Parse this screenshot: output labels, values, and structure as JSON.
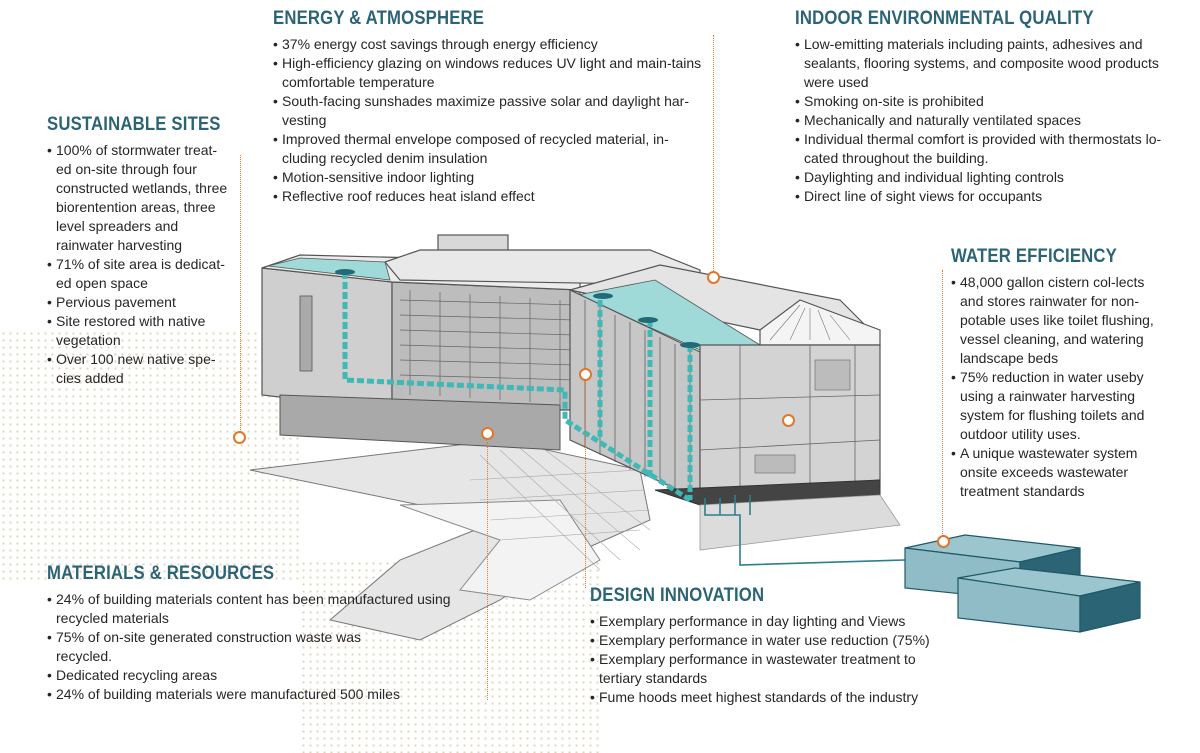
{
  "sections": {
    "energy": {
      "title": "ENERGY & ATMOSPHERE",
      "items": [
        "37% energy cost savings through energy efficiency",
        "High-efficiency glazing on windows reduces UV light and main-tains comfortable temperature",
        "South-facing sunshades maximize passive solar and daylight har-vesting",
        "Improved thermal envelope composed of recycled material, in-cluding recycled denim insulation",
        "Motion-sensitive indoor lighting",
        "Reflective roof reduces heat island effect"
      ]
    },
    "ieq": {
      "title": "INDOOR ENVIRONMENTAL QUALITY",
      "items": [
        "Low-emitting materials including paints, adhesives and sealants, flooring systems, and composite wood products were used",
        "Smoking on-site is prohibited",
        "Mechanically and naturally ventilated spaces",
        "Individual thermal comfort is provided with thermostats lo-cated throughout the building.",
        "Daylighting and individual lighting controls",
        "Direct line of sight views for occupants"
      ]
    },
    "sites": {
      "title": "SUSTAINABLE SITES",
      "items": [
        "100% of stormwater treat-ed on-site through four constructed wetlands, three biorentention areas, three level spreaders and rainwater harvesting",
        "71% of site area is dedicat-ed open space",
        "Pervious pavement",
        "Site restored with native vegetation",
        "Over 100 new native spe-cies added"
      ]
    },
    "water": {
      "title": "WATER EFFICIENCY",
      "items": [
        "48,000 gallon cistern col-lects and stores rainwater for non-potable uses like toilet flushing, vessel cleaning, and watering landscape beds",
        "75% reduction in water useby using a rainwater harvesting system for flushing toilets and outdoor utility uses.",
        "A unique  wastewater system onsite exceeds wastewater treatment standards"
      ]
    },
    "materials": {
      "title": "MATERIALS & RESOURCES",
      "items": [
        "24% of building materials content has been manufactured using recycled materials",
        "75% of on-site generated construction waste was recycled.",
        "Dedicated recycling areas",
        "24% of building materials were manufactured 500 miles"
      ]
    },
    "innovation": {
      "title": "DESIGN INNOVATION",
      "items": [
        "Exemplary performance in day lighting and Views",
        "Exemplary performance in water use reduction (75%)",
        "Exemplary performance in wastewater treatment to tertiary standards",
        "Fume hoods meet highest standards of the industry"
      ]
    }
  },
  "colors": {
    "heading": "#2b6474",
    "accent_orange": "#e0772a",
    "water_teal": "#3fb8b6",
    "cistern": "#8fbcc6"
  }
}
